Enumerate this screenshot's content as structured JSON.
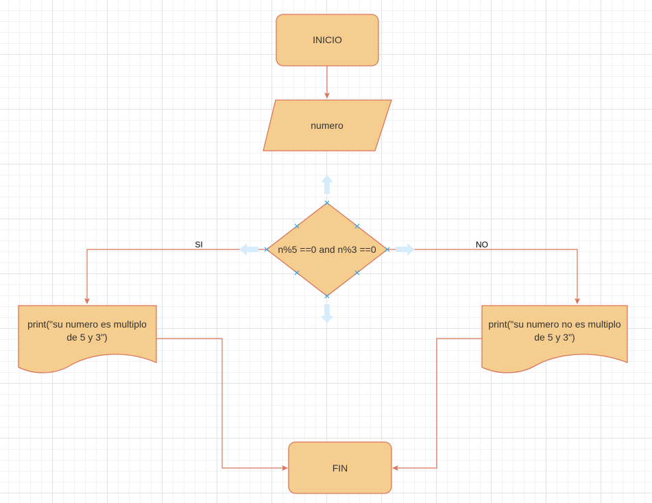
{
  "diagram": {
    "nodes": {
      "start": {
        "text": "INICIO"
      },
      "input": {
        "text": "numero"
      },
      "decision": {
        "text": "n%5 ==0 and n%3 ==0"
      },
      "out_yes": {
        "line1": "print(\"su numero es multiplo",
        "line2": "de 5 y 3\")"
      },
      "out_no": {
        "line1": "print(\"su numero no es multiplo",
        "line2": "de 5 y 3\")"
      },
      "end": {
        "text": "FIN"
      }
    },
    "edges": {
      "yes_label": "SI",
      "no_label": "NO"
    },
    "colors": {
      "node_fill": "#f5cd8f",
      "node_stroke": "#d9755a",
      "edge": "#d9755a",
      "selection_handle": "#2aa0ea"
    }
  }
}
